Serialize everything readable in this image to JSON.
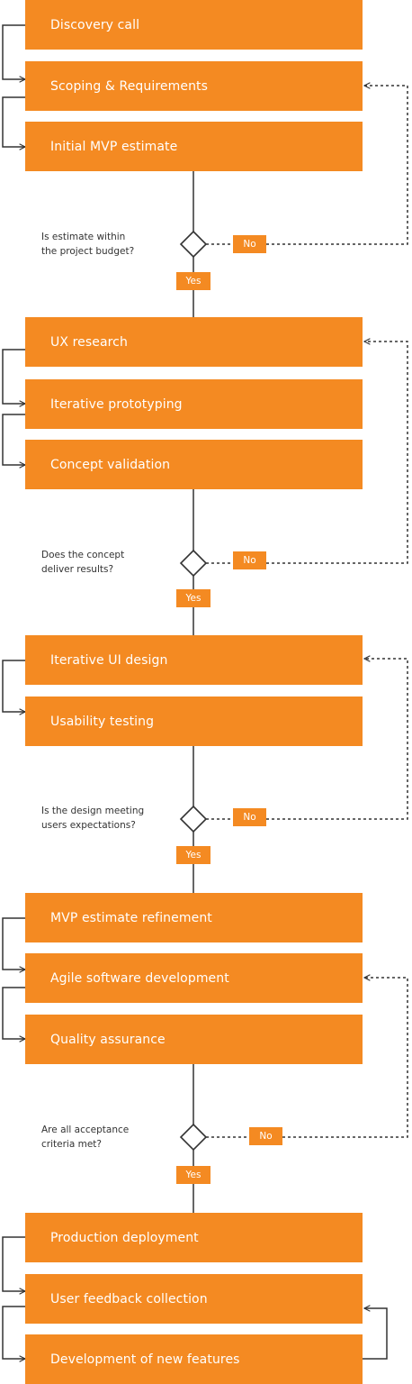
{
  "colors": {
    "accent": "#f48a22",
    "line": "#333333",
    "text": "#333333"
  },
  "blocks": [
    {
      "steps": [
        "Discovery call",
        "Scoping & Requirements",
        "Initial MVP estimate"
      ],
      "decision": {
        "question": "Is estimate within\nthe project budget?",
        "no_label": "No",
        "yes_label": "Yes"
      }
    },
    {
      "steps": [
        "UX research",
        "Iterative prototyping",
        "Concept validation"
      ],
      "decision": {
        "question": "Does the concept\ndeliver results?",
        "no_label": "No",
        "yes_label": "Yes"
      }
    },
    {
      "steps": [
        "Iterative UI design",
        "Usability testing"
      ],
      "decision": {
        "question": "Is the design meeting\nusers expectations?",
        "no_label": "No",
        "yes_label": "Yes"
      }
    },
    {
      "steps": [
        "MVP estimate refinement",
        "Agile software development",
        "Quality assurance"
      ],
      "decision": {
        "question": "Are all acceptance\ncriteria met?",
        "no_label": "No",
        "yes_label": "Yes"
      }
    },
    {
      "steps": [
        "Production deployment",
        "User feedback collection",
        "Development of new features"
      ]
    }
  ]
}
